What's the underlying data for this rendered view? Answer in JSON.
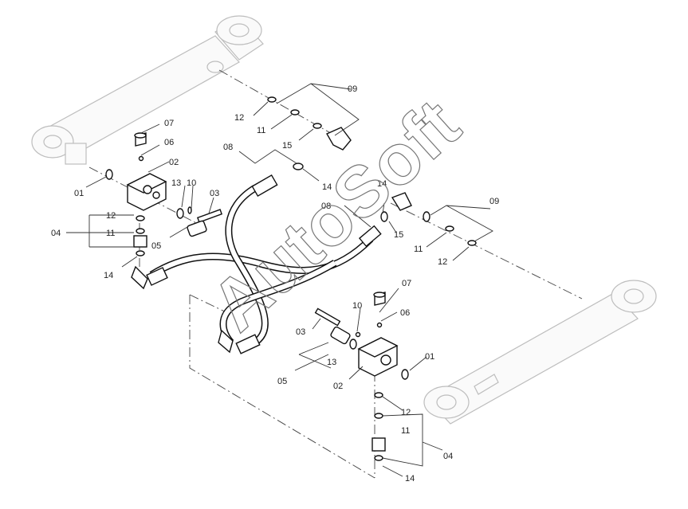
{
  "watermark": "AutoSoft",
  "labels": {
    "l01a": "01",
    "l02a": "02",
    "l03a": "03",
    "l04a": "04",
    "l05a": "05",
    "l06a": "06",
    "l07a": "07",
    "l08a": "08",
    "l09a": "09",
    "l10a": "10",
    "l11a": "11",
    "l11b": "11",
    "l12a": "12",
    "l12b": "12",
    "l13a": "13",
    "l14a": "14",
    "l14b": "14",
    "l15a": "15",
    "l08b": "08",
    "l09b": "09",
    "l11c": "11",
    "l12c": "12",
    "l14c": "14",
    "l15b": "15",
    "l01b": "01",
    "l02b": "02",
    "l03b": "03",
    "l04b": "04",
    "l05b": "05",
    "l06b": "06",
    "l07b": "07",
    "l10b": "10",
    "l11d": "11",
    "l12d": "12",
    "l13b": "13",
    "l14d": "14"
  }
}
